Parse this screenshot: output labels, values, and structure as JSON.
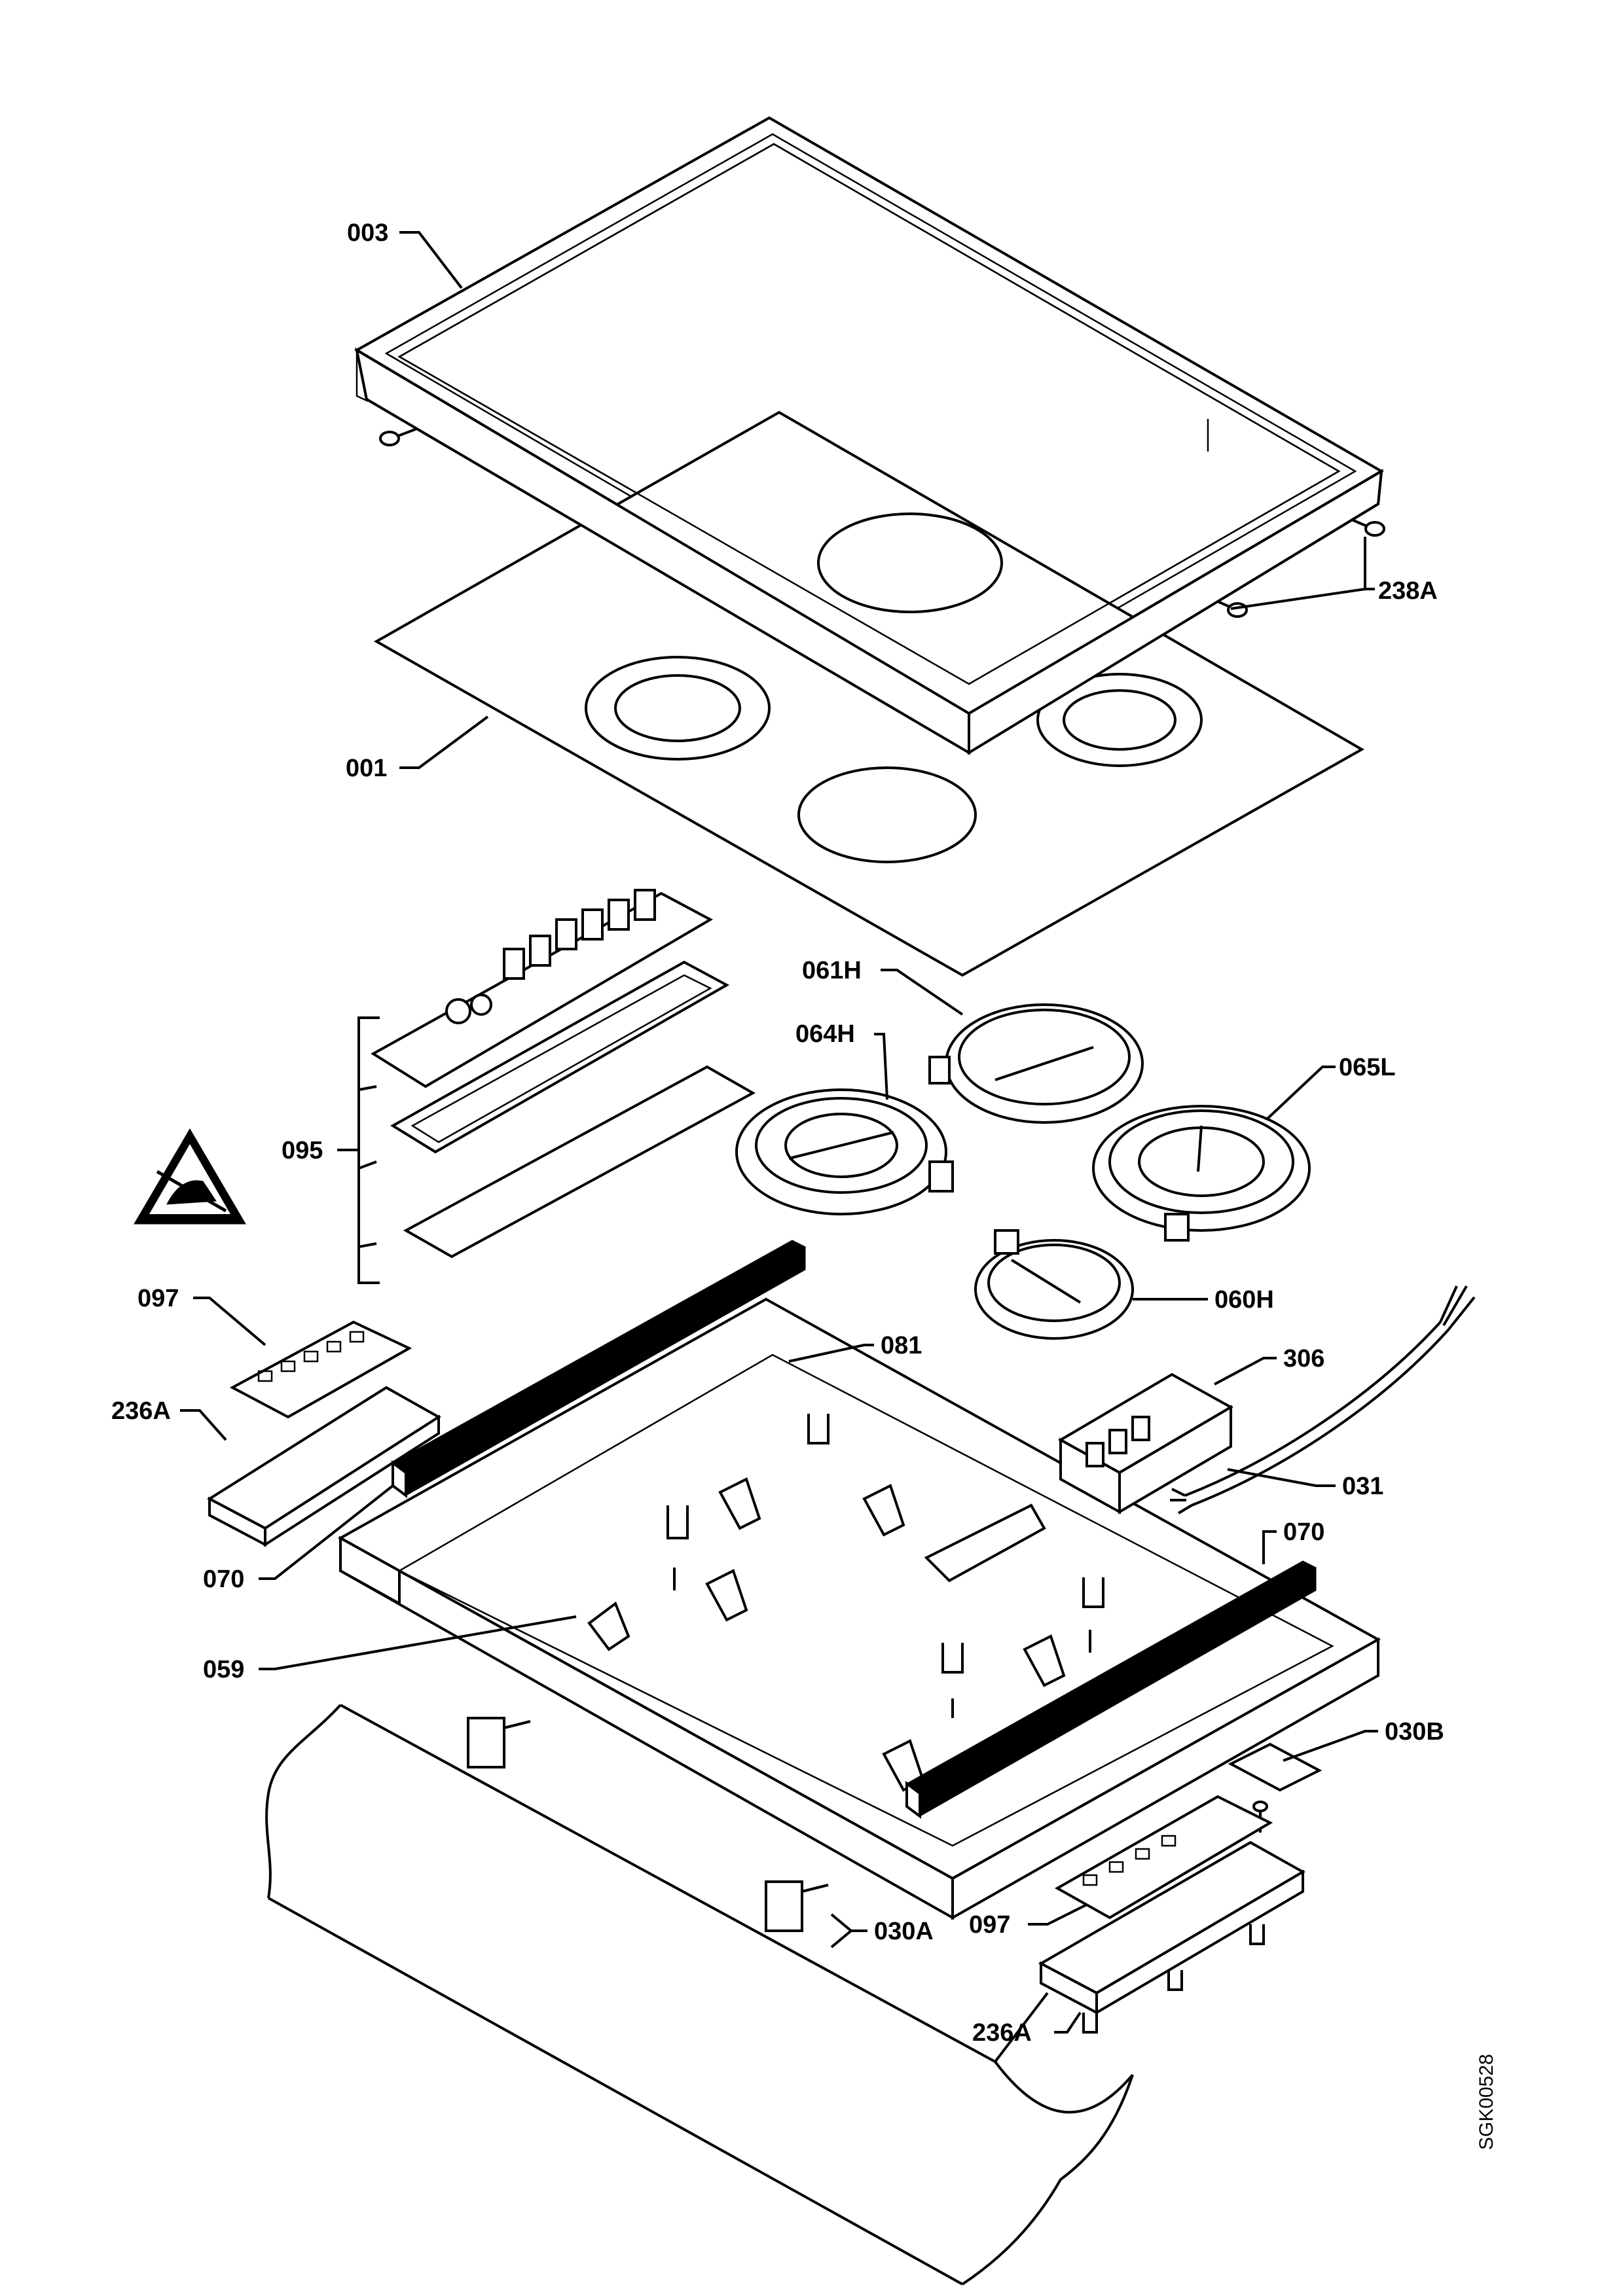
{
  "labels": {
    "p003": "003",
    "p238A": "238A",
    "p001": "001",
    "p095": "095",
    "p061H": "061H",
    "p064H": "064H",
    "p065L": "065L",
    "p060H": "060H",
    "p097a": "097",
    "p236Aa": "236A",
    "p081": "081",
    "p306": "306",
    "p031": "031",
    "p070a": "070",
    "p070b": "070",
    "p059": "059",
    "p030B": "030B",
    "p030A": "030A",
    "p097b": "097",
    "p236Ab": "236A"
  },
  "drawing_code": "SGK00528",
  "icons": {
    "esd": "esd-warning-icon"
  }
}
